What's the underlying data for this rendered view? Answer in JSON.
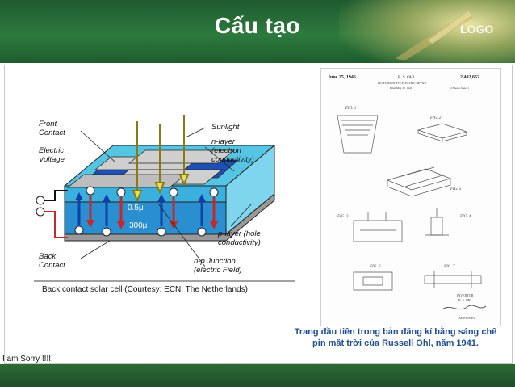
{
  "slide": {
    "title": "Cấu tạo",
    "logo": "LOGO",
    "footer_note": "I am Sorry !!!!!"
  },
  "diagram": {
    "labels": {
      "front_contact_1": "Front",
      "front_contact_2": "Contact",
      "electric_voltage_1": "Electric",
      "electric_voltage_2": "Voltage",
      "sunlight": "Sunlight",
      "n_layer_1": "n-layer",
      "n_layer_2": "(electron",
      "n_layer_3": "conductivity)",
      "p_layer_1": "p-layer (hole",
      "p_layer_2": "conductivity)",
      "back_contact_1": "Back",
      "back_contact_2": "Contact",
      "np_junction_1": "n-p Junction",
      "np_junction_2": "(electric Field)",
      "n_thickness": "0.5μ",
      "p_thickness": "300μ"
    },
    "caption": "Back contact solar cell (Courtesy: ECN, The Netherlands)"
  },
  "patent": {
    "date": "June 25, 1946.",
    "inventor": "R. S. OHL",
    "number": "2,402,662",
    "subtitle": "LIGHT-SENSITIVE ELECTRIC DEVICE",
    "filed": "Filed May 27, 1941",
    "sheets": "2 Sheets-Sheet 1",
    "figures": [
      "FIG. 1",
      "FIG. 2",
      "FIG. 5",
      "FIG. 3",
      "FIG. 4",
      "FIG. 6",
      "FIG. 7"
    ],
    "inventor_label": "INVENTOR",
    "inventor_name": "R. S. OHL",
    "attorney": "ATTORNEY"
  },
  "caption_right": "Trang đầu tiên trong bản đăng kí bằng sáng chế pin mặt trời của Russell Ohl, năm 1941."
}
